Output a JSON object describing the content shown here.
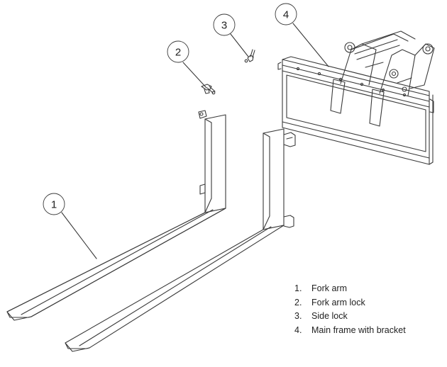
{
  "callouts": [
    {
      "number": "1"
    },
    {
      "number": "2"
    },
    {
      "number": "3"
    },
    {
      "number": "4"
    }
  ],
  "parts_list": [
    {
      "number": "1.",
      "label": "Fork arm"
    },
    {
      "number": "2.",
      "label": "Fork arm lock"
    },
    {
      "number": "3.",
      "label": "Side lock"
    },
    {
      "number": "4.",
      "label": "Main frame with bracket"
    }
  ],
  "colors": {
    "line": "#3a3a3a",
    "background": "#ffffff"
  }
}
